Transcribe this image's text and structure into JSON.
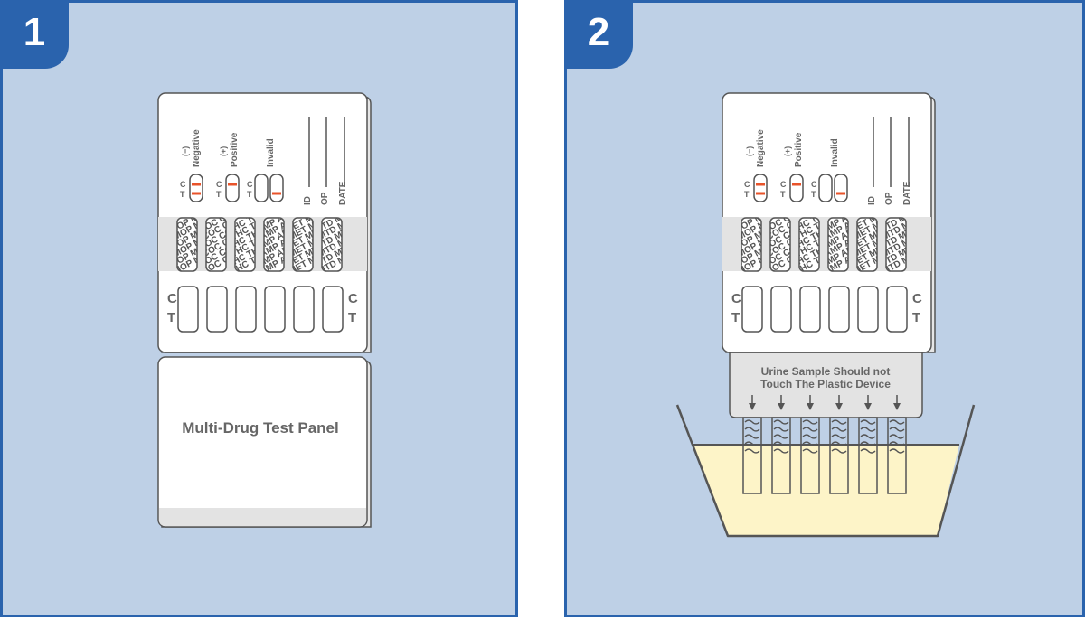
{
  "steps": [
    "1",
    "2"
  ],
  "device": {
    "legend": {
      "negative_sign": "(−)",
      "negative": "Negative",
      "positive_sign": "(+)",
      "positive": "Positive",
      "invalid": "Invalid",
      "c": "C",
      "t": "T"
    },
    "fields": [
      "ID",
      "OP",
      "DATE"
    ],
    "strip_labels": [
      "MOP",
      "COC",
      "THC",
      "AMP",
      "MET",
      "MTD"
    ],
    "window": {
      "c": "C",
      "t": "T"
    },
    "panel_label": "Multi-Drug Test Panel"
  },
  "dip": {
    "warning_line1": "Urine Sample Should not",
    "warning_line2": "Touch The Plastic Device"
  },
  "colors": {
    "panel_bg": "#bed0e6",
    "border": "#2a63ad",
    "card_fill": "#ffffff",
    "card_stroke": "#555555",
    "band": "#e3e3e3",
    "line_red": "#e8532a",
    "urine": "#fdf4c8"
  }
}
